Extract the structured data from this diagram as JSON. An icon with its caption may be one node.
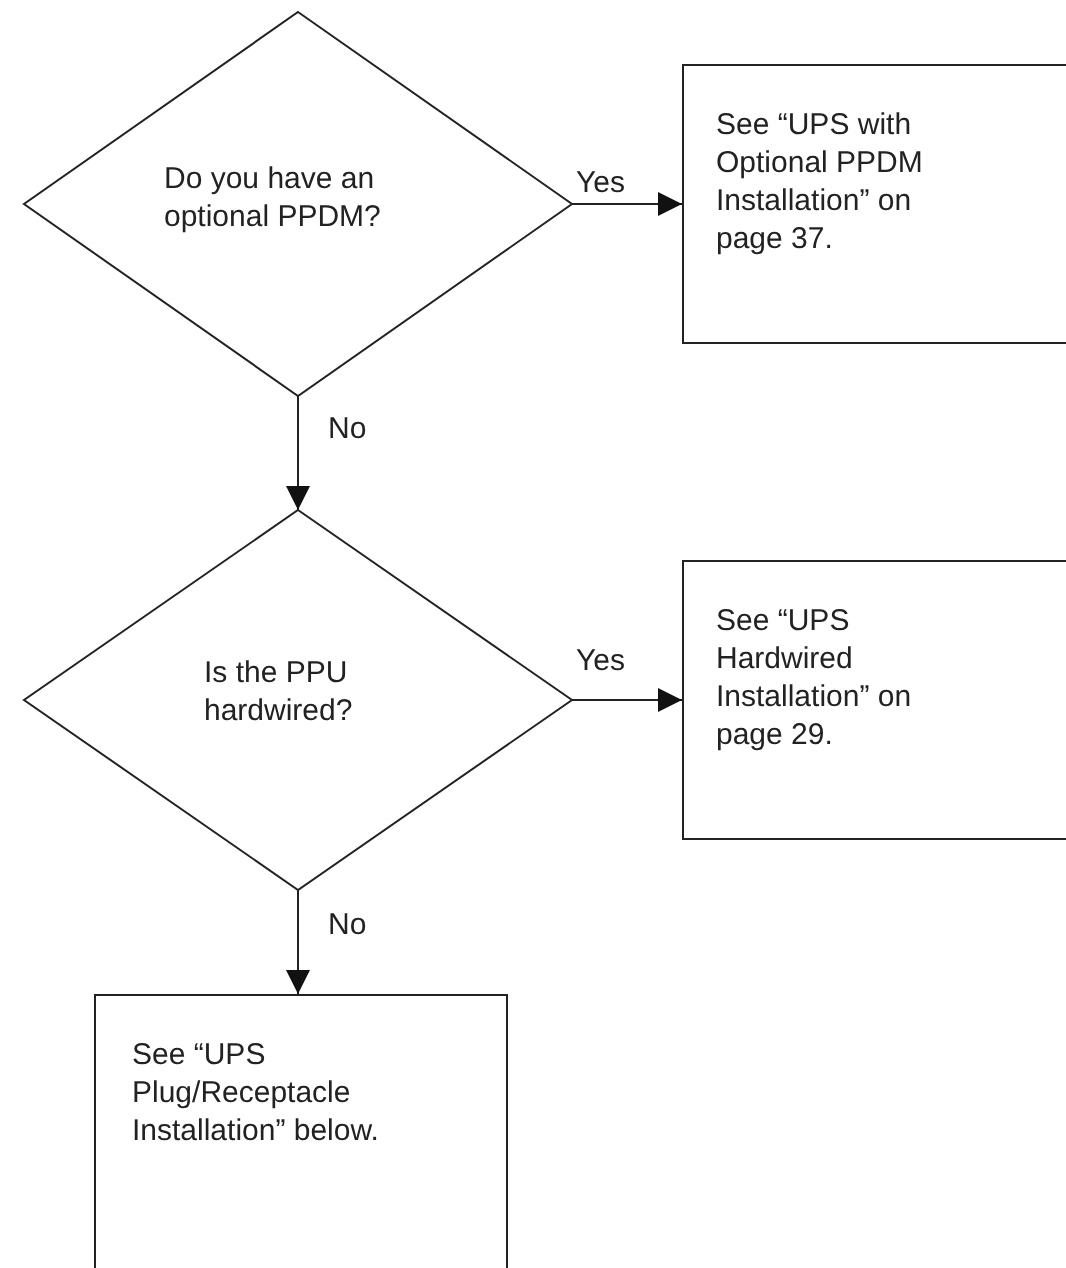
{
  "diagram": {
    "nodes": [
      {
        "text": [
          "Do you have an optional PPDM?"
        ]
      },
      {
        "text": [
          "See “UPS with Optional PPDM Installation” on page 37."
        ]
      },
      {
        "text": [
          "Is the PPU hardwired?"
        ]
      },
      {
        "text": [
          "See “UPS Hardwired Installation” on page 29."
        ]
      },
      {
        "text": [
          "See “UPS Plug/Receptacle Installation” below."
        ]
      }
    ],
    "edges": [
      {
        "from": 0,
        "to": 1,
        "arrow": "to",
        "label": "Yes"
      },
      {
        "from": 0,
        "to": 2,
        "arrow": "to",
        "label": "No"
      },
      {
        "from": 2,
        "to": 3,
        "arrow": "to",
        "label": "Yes"
      },
      {
        "from": 2,
        "to": 4,
        "arrow": "to",
        "label": "No"
      }
    ]
  }
}
